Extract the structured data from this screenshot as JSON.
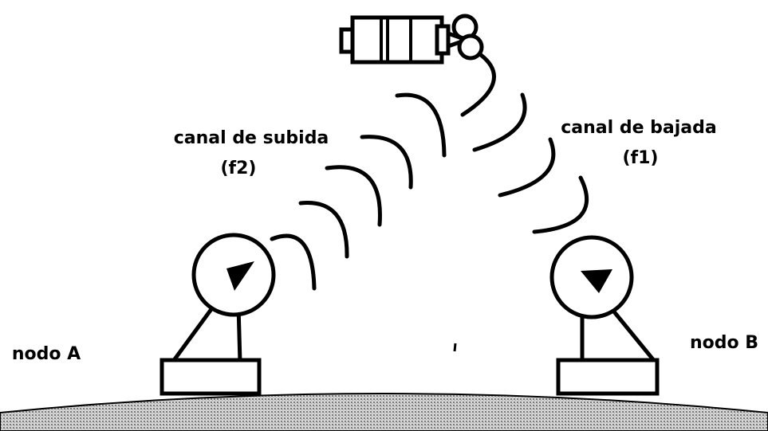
{
  "labels": {
    "uplink_line1": "canal de subida",
    "uplink_line2": "(f2)",
    "downlink_line1": "canal de bajada",
    "downlink_line2": "(f1)",
    "node_a": "nodo A",
    "node_b": "nodo B"
  },
  "colors": {
    "ink": "#000000",
    "paper": "#ffffff",
    "ground_light": "#d6d6d6",
    "ground_dark": "#7a7a7a"
  },
  "icons": {
    "satellite": "satellite-icon",
    "antenna_a": "satellite-dish-icon",
    "antenna_b": "satellite-dish-icon"
  }
}
